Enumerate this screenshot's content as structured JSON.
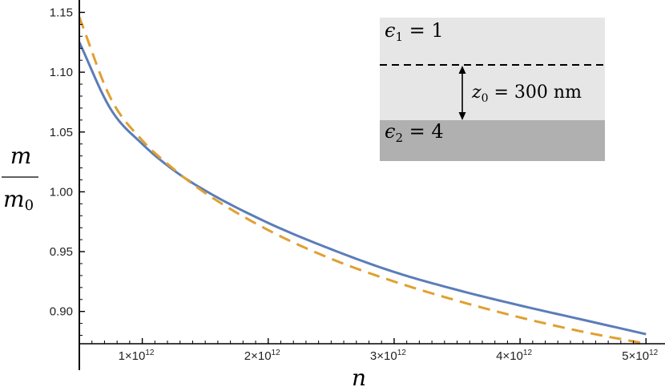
{
  "chart_data": {
    "type": "line",
    "xlabel": "n",
    "ylabel": {
      "numerator": "m",
      "denominator_base": "m",
      "denominator_sub": "0"
    },
    "xlim": [
      500000000000.0,
      5100000000000.0
    ],
    "ylim": [
      0.873,
      1.155
    ],
    "x_ticks": [
      {
        "value": 1000000000000.0,
        "mantissa": "1",
        "times": "×10",
        "exp": "12"
      },
      {
        "value": 2000000000000.0,
        "mantissa": "2",
        "times": "×10",
        "exp": "12"
      },
      {
        "value": 3000000000000.0,
        "mantissa": "3",
        "times": "×10",
        "exp": "12"
      },
      {
        "value": 4000000000000.0,
        "mantissa": "4",
        "times": "×10",
        "exp": "12"
      },
      {
        "value": 5000000000000.0,
        "mantissa": "5",
        "times": "×10",
        "exp": "12"
      }
    ],
    "y_ticks": [
      {
        "value": 0.9,
        "label": "0.90"
      },
      {
        "value": 0.95,
        "label": "0.95"
      },
      {
        "value": 1.0,
        "label": "1.00"
      },
      {
        "value": 1.05,
        "label": "1.05"
      },
      {
        "value": 1.1,
        "label": "1.10"
      },
      {
        "value": 1.15,
        "label": "1.15"
      }
    ],
    "series": [
      {
        "style": "solid",
        "color": "#5B7DB8",
        "x": [
          500000000000.0,
          750000000000.0,
          1000000000000.0,
          1250000000000.0,
          1500000000000.0,
          2000000000000.0,
          2500000000000.0,
          3000000000000.0,
          3500000000000.0,
          4000000000000.0,
          4500000000000.0,
          5000000000000.0
        ],
        "y": [
          1.125,
          1.069,
          1.04,
          1.018,
          1.001,
          0.974,
          0.952,
          0.933,
          0.918,
          0.905,
          0.893,
          0.881
        ]
      },
      {
        "style": "dashed",
        "color": "#E0A030",
        "x": [
          500000000000.0,
          750000000000.0,
          1000000000000.0,
          1250000000000.0,
          1500000000000.0,
          2000000000000.0,
          2500000000000.0,
          3000000000000.0,
          3500000000000.0,
          4000000000000.0,
          4500000000000.0,
          5000000000000.0
        ],
        "y": [
          1.146,
          1.078,
          1.043,
          1.019,
          0.999,
          0.968,
          0.944,
          0.925,
          0.909,
          0.895,
          0.883,
          0.873
        ]
      }
    ],
    "inset": {
      "top_region_color": "#E6E6E6",
      "bottom_region_color": "#B0B0B0",
      "eps1": {
        "sym": "ϵ",
        "sub": "1",
        "rest": " = 1"
      },
      "eps2": {
        "sym": "ϵ",
        "sub": "2",
        "rest": " = 4"
      },
      "z0": {
        "sym": "z",
        "sub": "0",
        "rest": " = 300 ",
        "unit": "nm"
      }
    }
  }
}
